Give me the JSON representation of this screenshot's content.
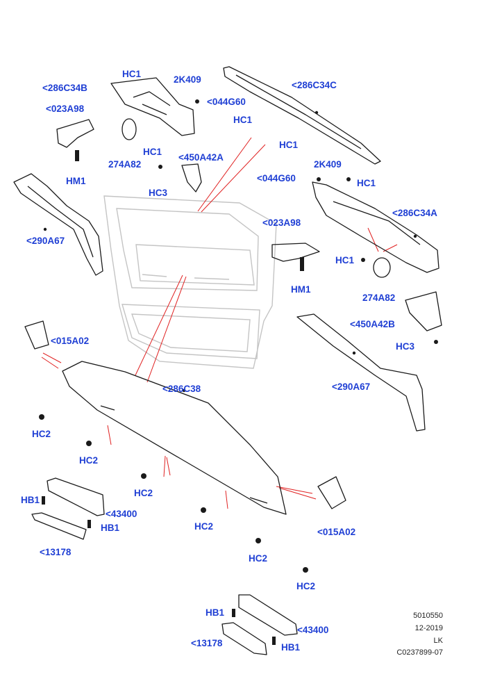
{
  "diagram": {
    "part_labels": {
      "hc1_a": "HC1",
      "k2409_a": "2K409",
      "c286c34b": "<286C34B",
      "g044g60_a": "<044G60",
      "c286c34c": "<286C34C",
      "a023a98_a": "<023A98",
      "hc1_b": "HC1",
      "hc1_c": "HC1",
      "a274a82_a": "274A82",
      "a450a42a": "<450A42A",
      "hm1_a": "HM1",
      "hc3_a": "HC3",
      "k2409_b": "2K409",
      "g044g60_b": "<044G60",
      "hc1_d": "HC1",
      "hc1_e": "HC1",
      "a286c34a": "<286C34A",
      "a290a67_a": "<290A67",
      "a023a98_b": "<023A98",
      "hc1_f": "HC1",
      "hm1_b": "HM1",
      "a274a82_b": "274A82",
      "a450a42b": "<450A42B",
      "hc3_b": "HC3",
      "a015a02_a": "<015A02",
      "a290a67_b": "<290A67",
      "a286c38": "<286C38",
      "hc2_a": "HC2",
      "hc2_b": "HC2",
      "hc2_c": "HC2",
      "hb1_a": "HB1",
      "a43400_a": "<43400",
      "hb1_b": "HB1",
      "a13178_a": "<13178",
      "hc2_d": "HC2",
      "a015a02_b": "<015A02",
      "hc2_e": "HC2",
      "hc2_f": "HC2",
      "hb1_c": "HB1",
      "a43400_b": "<43400",
      "a13178_b": "<13178",
      "hb1_d": "HB1"
    },
    "footer": {
      "line1": "5010550",
      "line2": "12-2019",
      "line3": "LK",
      "line4": "C0237899-07"
    }
  },
  "colors": {
    "label": "#1f3fd4",
    "line": "#1a1a1a",
    "ghost": "#c4c4c4",
    "pointer": "#e02020"
  }
}
